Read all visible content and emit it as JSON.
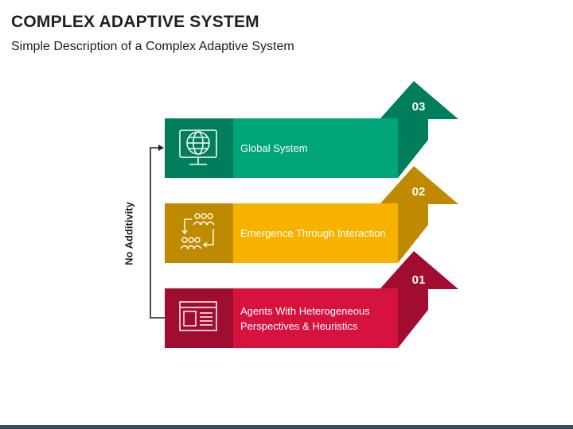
{
  "header": {
    "title": "COMPLEX ADAPTIVE SYSTEM",
    "subtitle": "Simple Description of a Complex Adaptive System"
  },
  "side_label": "No Additivity",
  "steps": [
    {
      "number": "03",
      "text": "Global System",
      "icon": "globe-monitor-icon",
      "color": "#00a57a",
      "dark": "#007d5b"
    },
    {
      "number": "02",
      "text": "Emergence Through Interaction",
      "icon": "people-interaction-icon",
      "color": "#f7b200",
      "dark": "#c08a00"
    },
    {
      "number": "01",
      "text": "Agents With Heterogeneous Perspectives & Heuristics",
      "icon": "document-layout-icon",
      "color": "#d6133f",
      "dark": "#a00d30"
    }
  ],
  "colors": {
    "connector": "#1f1f1f",
    "footer": "#3d4f5c"
  }
}
